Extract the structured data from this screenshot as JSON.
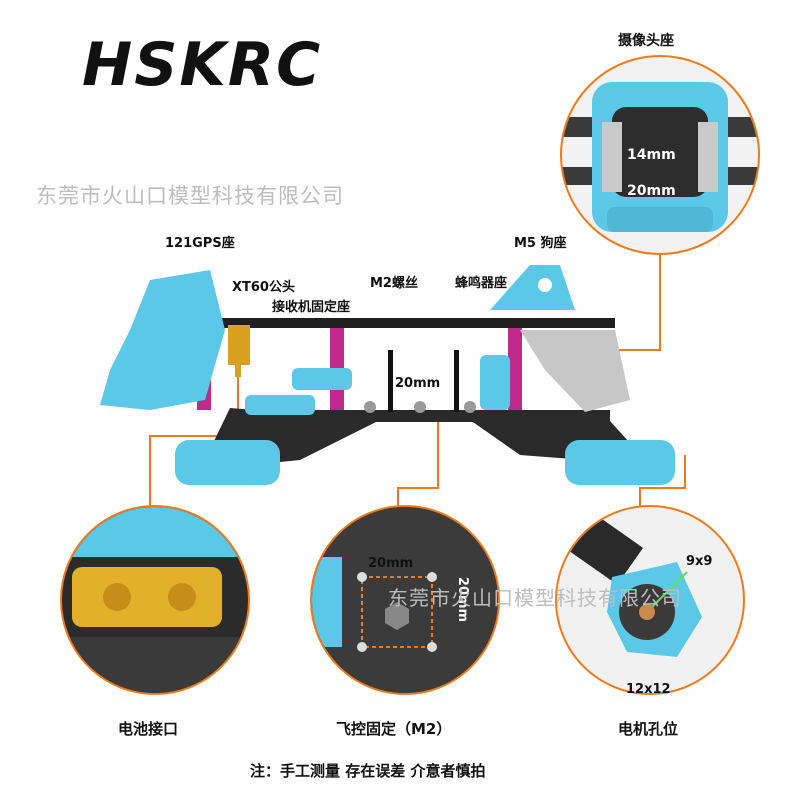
{
  "brand": {
    "logo_text": "HSKRC"
  },
  "watermark": {
    "text": "东莞市火山口模型科技有限公司"
  },
  "colors": {
    "accent_orange": "#f07a1a",
    "tpu_blue": "#5bc8e8",
    "carbon": "#2a2a2a",
    "standoff_magenta": "#c02a8c"
  },
  "labels": {
    "gps_mount": "121GPS座",
    "xt60": "XT60公头",
    "receiver_mount": "接收机固定座",
    "m2_screw": "M2螺丝",
    "buzzer_mount": "蜂鸣器座",
    "m5_mount": "M5 狗座",
    "camera_mount": "摄像头座",
    "spacing_20mm": "20mm"
  },
  "camera_detail": {
    "width_14": "14mm",
    "width_20": "20mm"
  },
  "bottom_details": [
    {
      "caption": "电池接口"
    },
    {
      "caption": "飞控固定（M2）",
      "dim_x": "20mm",
      "dim_y": "20mm"
    },
    {
      "caption": "电机孔位",
      "hole_small": "9x9",
      "hole_large": "12x12"
    }
  ],
  "footnote": "注：手工测量 存在误差 介意者慎拍"
}
